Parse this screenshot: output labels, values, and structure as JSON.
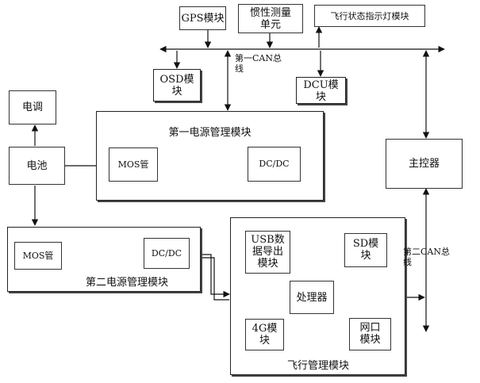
{
  "blocks": {
    "gps": "GPS模块",
    "imu": "惯性测量\n单元",
    "flight_status_light": "飞行状态指示灯模块",
    "can1_bus": "第一CAN总\n线",
    "osd": "OSD模\n块",
    "dcu": "DCU模\n块",
    "esc": "电调",
    "battery": "电池",
    "power1": "第一电源管理模块",
    "power1_mos": "MOS管",
    "power1_dcdc": "DC/DC",
    "main_controller": "主控器",
    "power2": "第二电源管理模块",
    "power2_mos": "MOS管",
    "power2_dcdc": "DC/DC",
    "usb_export": "USB数\n据导出\n模块",
    "sd": "SD模\n块",
    "processor": "处理器",
    "g4": "4G模\n块",
    "network": "网口\n模块",
    "flight_mgmt": "飞行管理模块",
    "can2_bus": "第二CAN总\n线"
  }
}
